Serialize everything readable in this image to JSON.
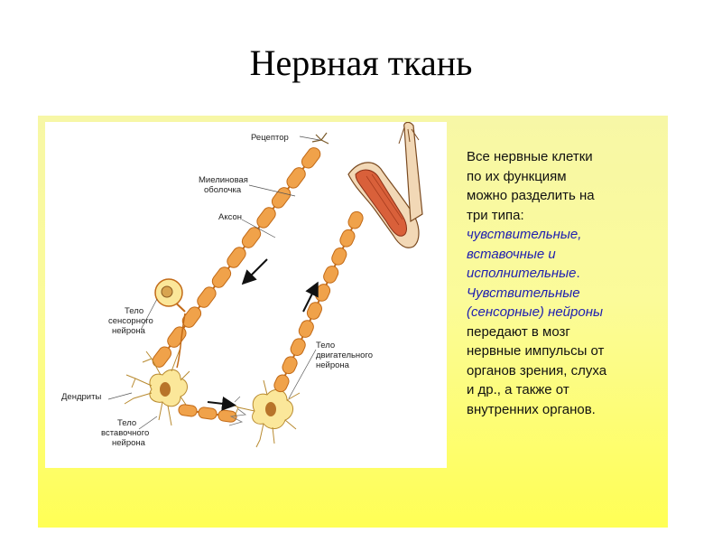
{
  "slide": {
    "title": "Нервная ткань"
  },
  "figure": {
    "labels": {
      "receptor": "Рецептор",
      "myelin_1": "Миелиновая",
      "myelin_2": "оболочка",
      "axon": "Аксон",
      "sensory_body_1": "Тело",
      "sensory_body_2": "сенсорного",
      "sensory_body_3": "нейрона",
      "motor_body_1": "Тело",
      "motor_body_2": "двигательного",
      "motor_body_3": "нейрона",
      "dendrites": "Дендриты",
      "inter_body_1": "Тело",
      "inter_body_2": "вставочного",
      "inter_body_3": "нейрона"
    },
    "colors": {
      "myelin": "#f0a24a",
      "myelin_outline": "#c26a17",
      "cell_body": "#fbe79a",
      "nucleus": "#b8742a",
      "muscle": "#d9603a",
      "bone": "#f2d8b6",
      "arrow": "#111111"
    }
  },
  "description": {
    "lines": [
      "Все нервные клетки",
      "по их функциям",
      "можно разделить на",
      "три типа:",
      "чувствительные,",
      "вставочные и",
      "исполнительные",
      ".",
      "Чувствительные",
      "(сенсорные) нейроны",
      "передают в мозг",
      "нервные импульсы от",
      "органов зрения, слуха",
      "и др., а также от",
      "внутренних органов."
    ],
    "colors": {
      "text": "#111111",
      "highlight": "#1f1fb0"
    }
  }
}
